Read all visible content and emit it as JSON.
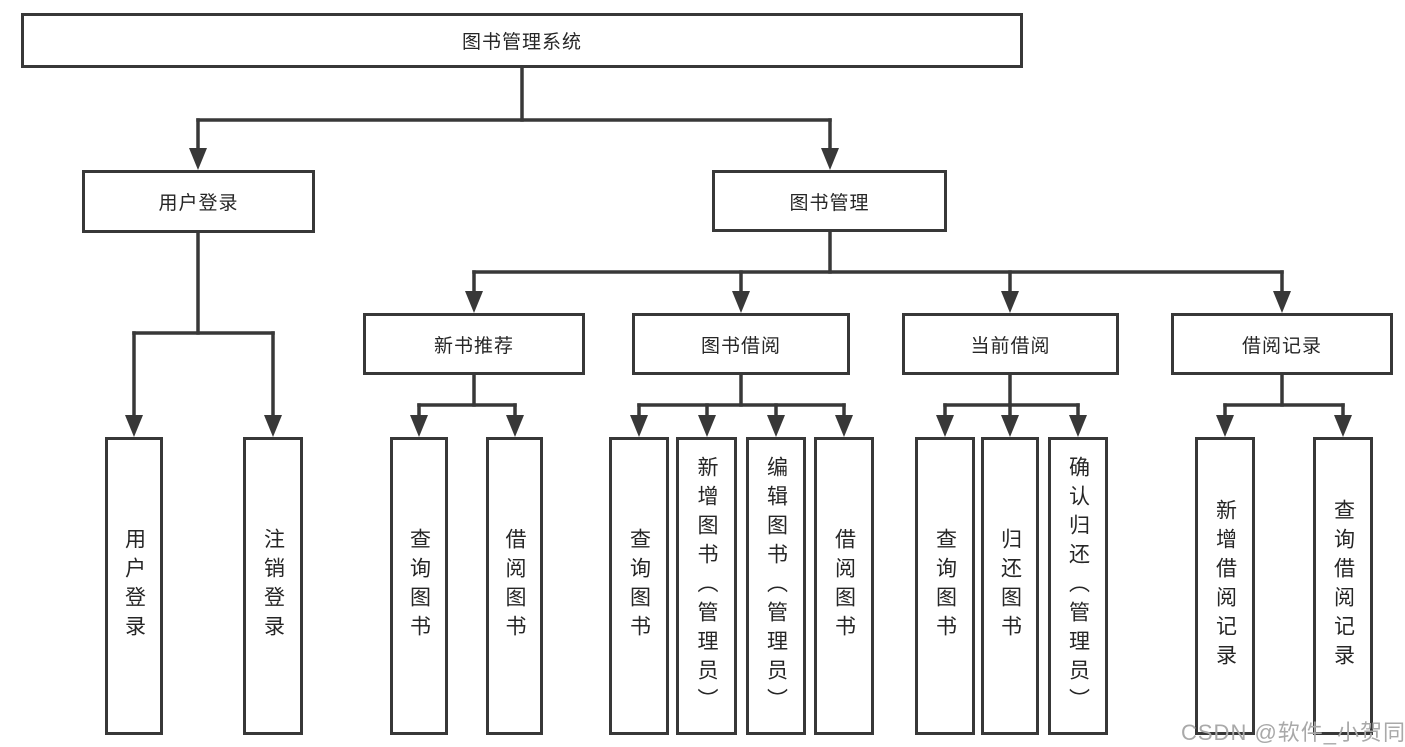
{
  "diagram": {
    "root": {
      "label": "图书管理系统"
    },
    "branches": {
      "user_login": {
        "label": "用户登录",
        "children": [
          "用户登录",
          "注销登录"
        ]
      },
      "book_management": {
        "label": "图书管理",
        "sections": {
          "new_book_recommendation": {
            "label": "新书推荐",
            "children": [
              "查询图书",
              "借阅图书"
            ]
          },
          "book_borrowing": {
            "label": "图书借阅",
            "children": [
              "查询图书",
              "新增图书（管理员）",
              "编辑图书（管理员）",
              "借阅图书"
            ]
          },
          "current_borrowing": {
            "label": "当前借阅",
            "children": [
              "查询图书",
              "归还图书",
              "确认归还（管理员）"
            ]
          },
          "borrowing_records": {
            "label": "借阅记录",
            "children": [
              "新增借阅记录",
              "查询借阅记录"
            ]
          }
        }
      }
    }
  },
  "watermark": {
    "text": "CSDN @软件_小贺同学"
  },
  "colors": {
    "line": "#383838",
    "text": "#262626",
    "box_background": "#ffffff",
    "background": "#ffffff",
    "watermark": "#a9a9a9"
  }
}
